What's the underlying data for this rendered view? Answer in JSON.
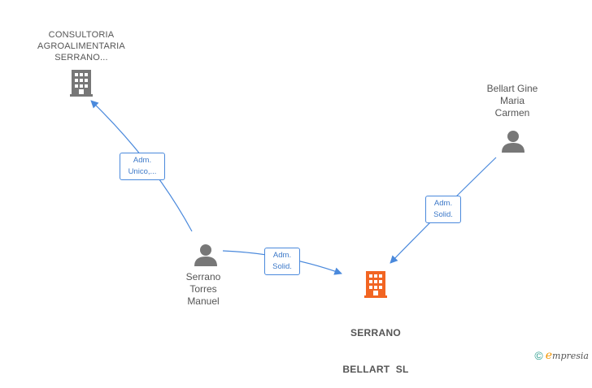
{
  "nodes": {
    "consultoria": {
      "lines": [
        "CONSULTORIA",
        "AGROALIMENTARIA",
        "SERRANO..."
      ],
      "type": "company"
    },
    "bellart_gine": {
      "lines": [
        "Bellart Gine",
        "Maria",
        "Carmen"
      ],
      "type": "person"
    },
    "serrano_torres": {
      "lines": [
        "Serrano",
        "Torres",
        "Manuel"
      ],
      "type": "person"
    },
    "serrano_bellart": {
      "lines": [
        "SERRANO",
        "BELLART  SL"
      ],
      "type": "company-main"
    }
  },
  "edges": {
    "e1": {
      "lines": [
        "Adm.",
        "Unico,..."
      ]
    },
    "e2": {
      "lines": [
        "Adm.",
        "Solid."
      ]
    },
    "e3": {
      "lines": [
        "Adm.",
        "Solid."
      ]
    }
  },
  "footer": {
    "copyright": "©",
    "brand_initial": "e",
    "brand_rest": "mpresia"
  },
  "colors": {
    "edge": "#4a89dc",
    "company": "#777777",
    "main_company": "#f26522",
    "person": "#777777"
  }
}
